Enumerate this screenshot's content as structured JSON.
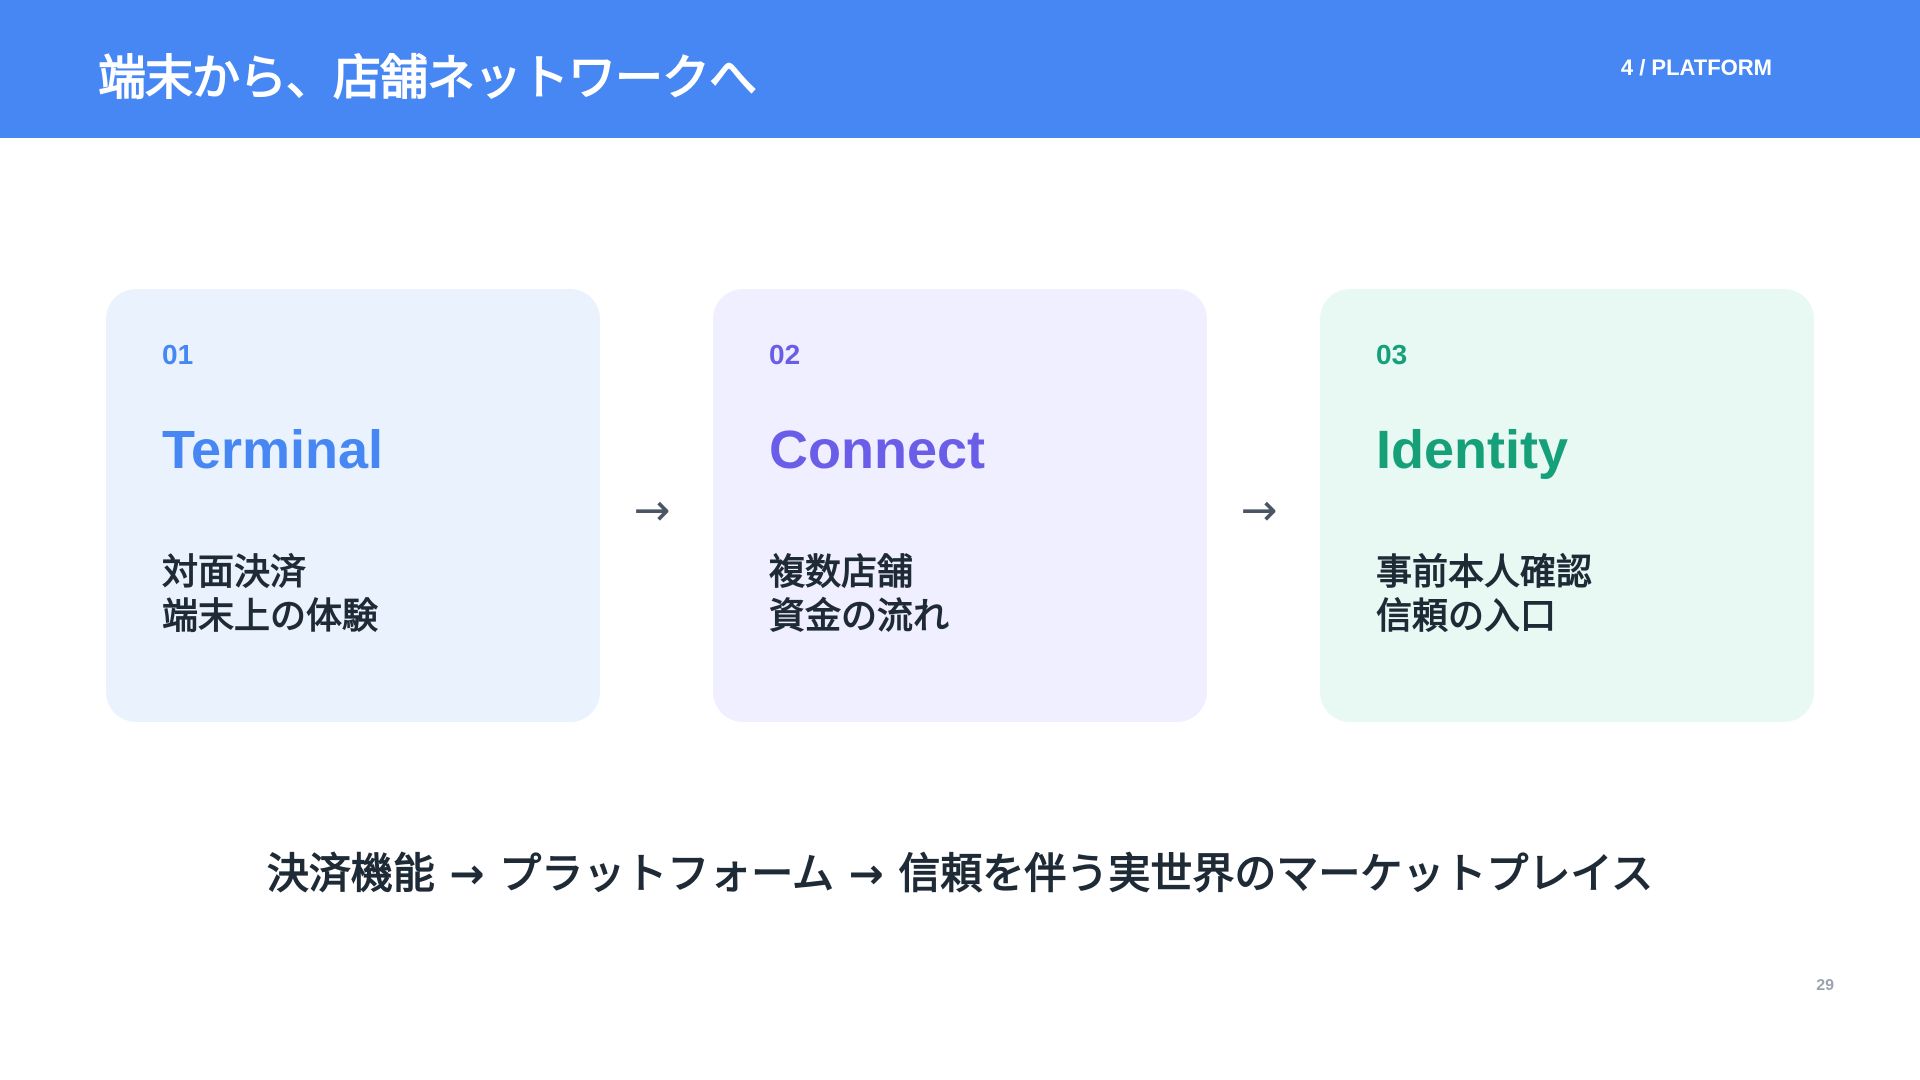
{
  "header": {
    "title": "端末から、店舗ネットワークへ",
    "section": "4 / PLATFORM"
  },
  "cards": [
    {
      "number": "01",
      "title": "Terminal",
      "lines": [
        "対面決済",
        "端末上の体験"
      ],
      "accent": "#4687f4",
      "background": "#eaf2fe"
    },
    {
      "number": "02",
      "title": "Connect",
      "lines": [
        "複数店舗",
        "資金の流れ"
      ],
      "accent": "#6a5ee8",
      "background": "#f0efff"
    },
    {
      "number": "03",
      "title": "Identity",
      "lines": [
        "事前本人確認",
        "信頼の入口"
      ],
      "accent": "#16a07a",
      "background": "#e8f8f3"
    }
  ],
  "arrows": [
    "→",
    "→"
  ],
  "summary": "決済機能 → プラットフォーム → 信頼を伴う実世界のマーケットプレイス",
  "page_number": "29"
}
